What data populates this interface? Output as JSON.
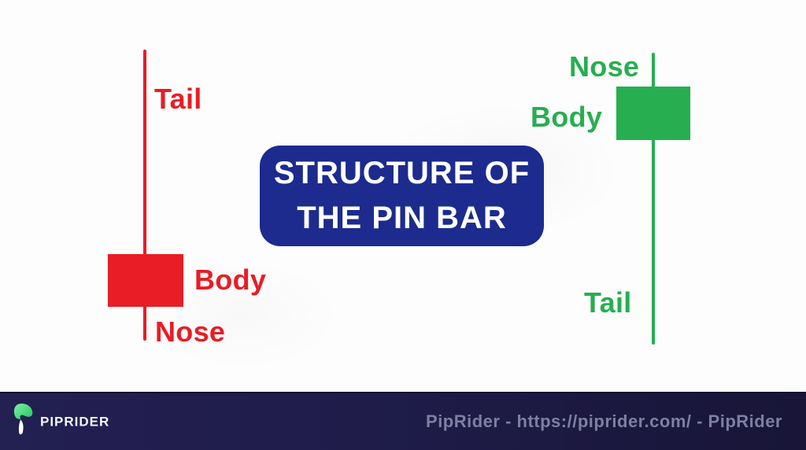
{
  "colors": {
    "background": "#fdfdfd",
    "bearish_red": "#e81d25",
    "bullish_green": "#27ae50",
    "title_bg": "#1c2b8d",
    "title_text": "#ffffff",
    "footer_bg_left": "#232052",
    "footer_bg_right": "#181537",
    "footer_text": "#7c80a1",
    "brand_text": "#f5f6fa"
  },
  "title_box": {
    "line1": "STRUCTURE OF",
    "line2": "THE PIN BAR"
  },
  "bearish_candle": {
    "direction": "bearish",
    "labels": {
      "tail": "Tail",
      "body": "Body",
      "nose": "Nose"
    }
  },
  "bullish_candle": {
    "direction": "bullish",
    "labels": {
      "nose": "Nose",
      "body": "Body",
      "tail": "Tail"
    }
  },
  "footer": {
    "brand": "PIPRIDER",
    "credit": "PipRider - https://piprider.com/ - PipRider"
  }
}
